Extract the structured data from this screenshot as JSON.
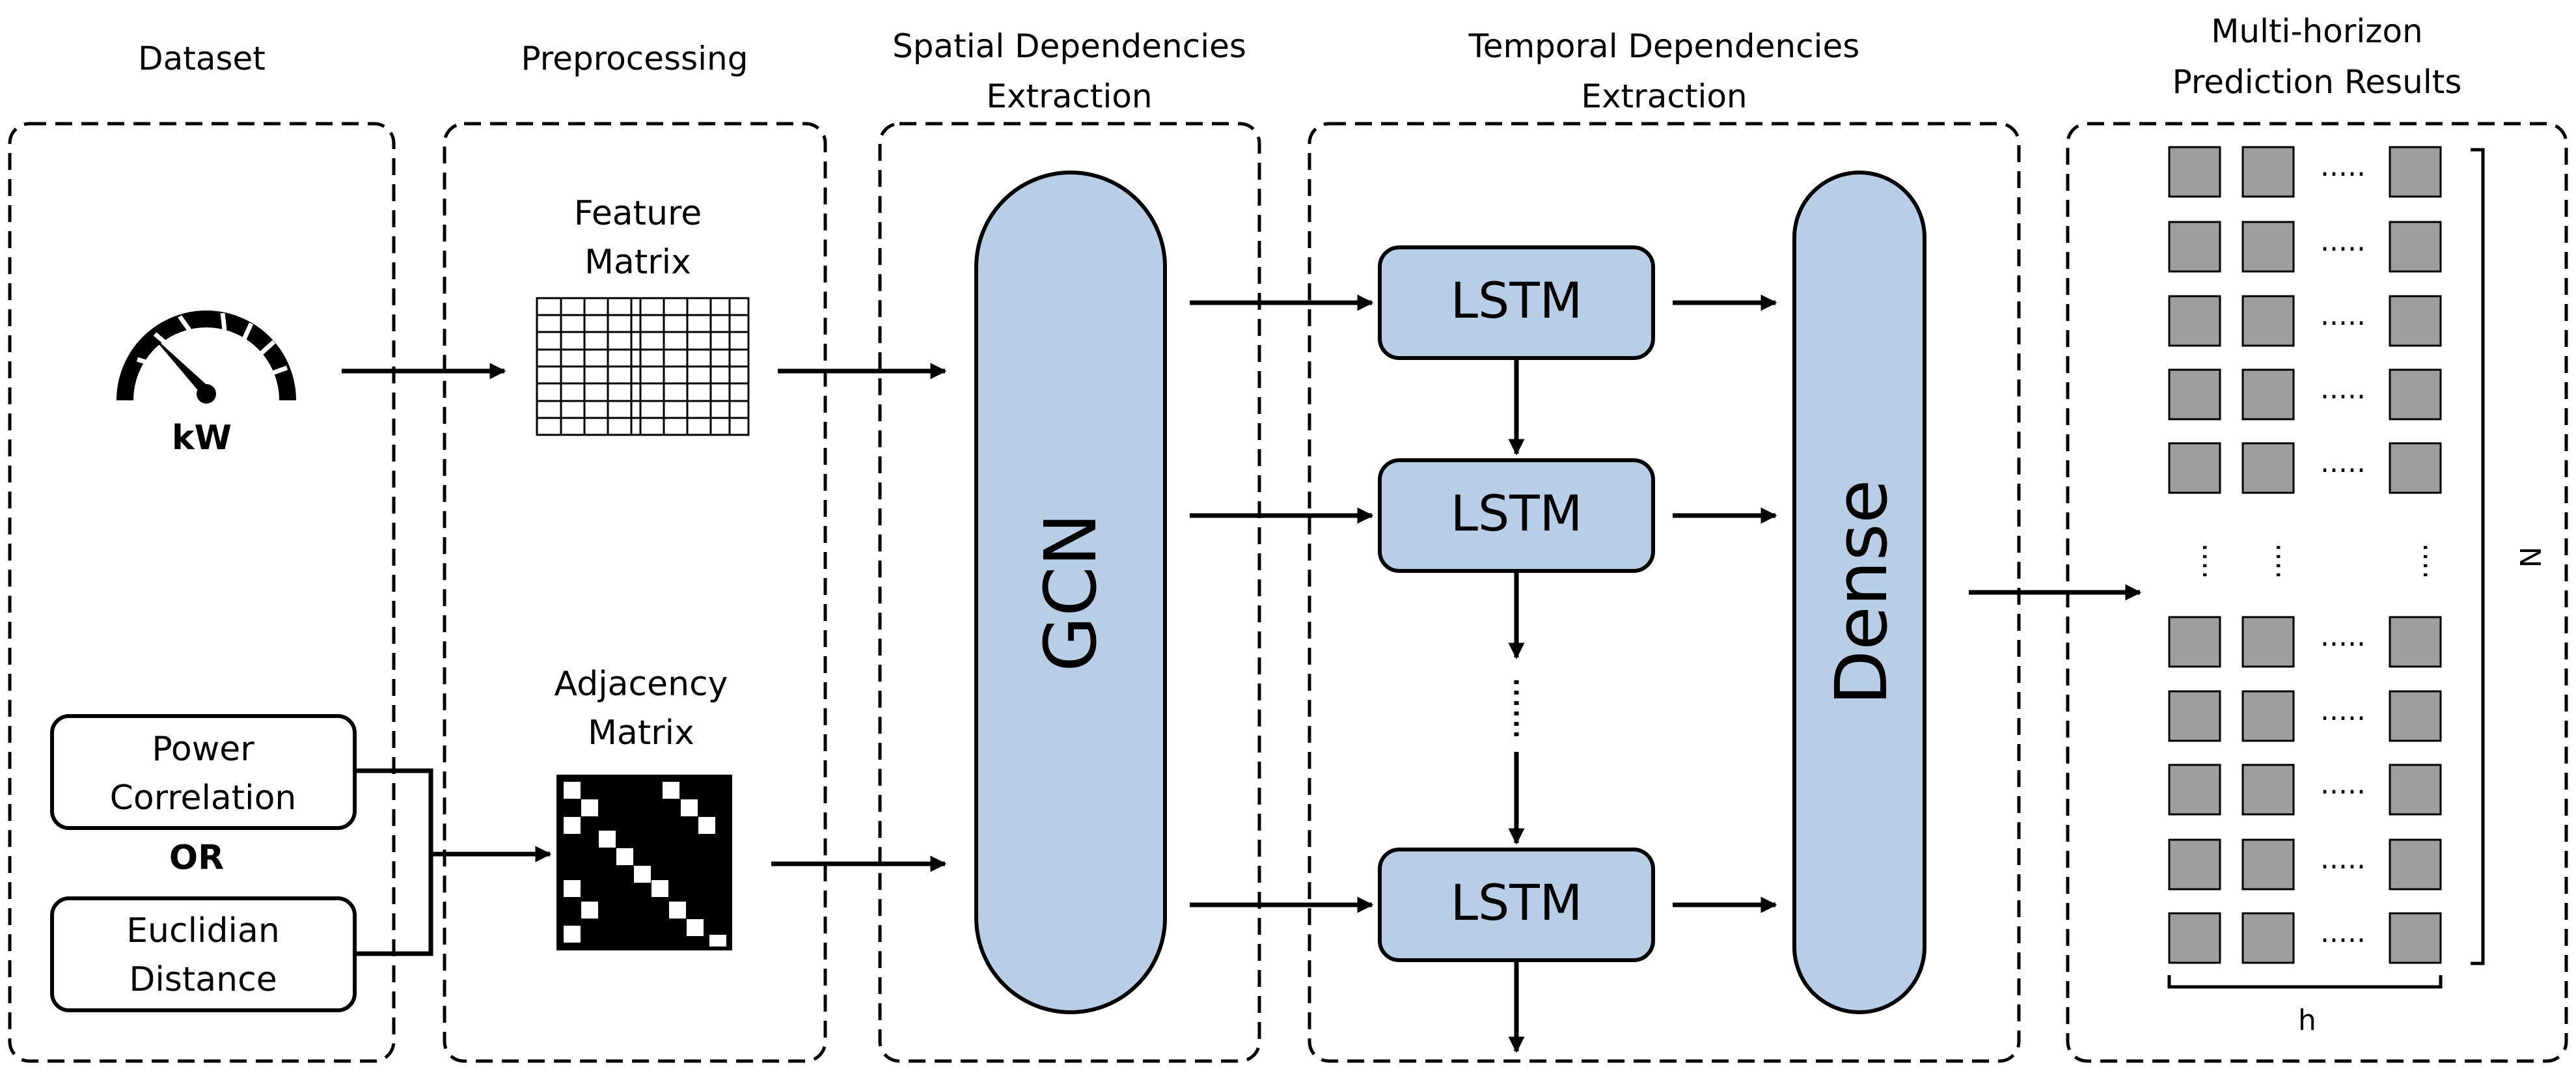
{
  "stages": {
    "dataset": "Dataset",
    "preprocessing": "Preprocessing",
    "spatial_l1": "Spatial Dependencies",
    "spatial_l2": "Extraction",
    "temporal_l1": "Temporal Dependencies",
    "temporal_l2": "Extraction",
    "results_l1": "Multi-horizon",
    "results_l2": "Prediction Results"
  },
  "dataset": {
    "gauge_unit": "kW",
    "gauge_icon": "speedometer-icon",
    "power_l1": "Power",
    "power_l2": "Correlation",
    "or_label": "OR",
    "euclid_l1": "Euclidian",
    "euclid_l2": "Distance"
  },
  "preprocessing": {
    "feature_l1": "Feature",
    "feature_l2": "Matrix",
    "adjacency_l1": "Adjacency",
    "adjacency_l2": "Matrix"
  },
  "spatial": {
    "gcn_label": "GCN"
  },
  "temporal": {
    "lstm_1": "LSTM",
    "lstm_2": "LSTM",
    "lstm_n": "LSTM",
    "dense_label": "Dense"
  },
  "results": {
    "row_dots": ".....",
    "col_dots": "....",
    "n_label": "N",
    "h_label": "h"
  },
  "colors": {
    "block_fill": "#b8cde6",
    "cell_fill": "#9e9e9e"
  }
}
